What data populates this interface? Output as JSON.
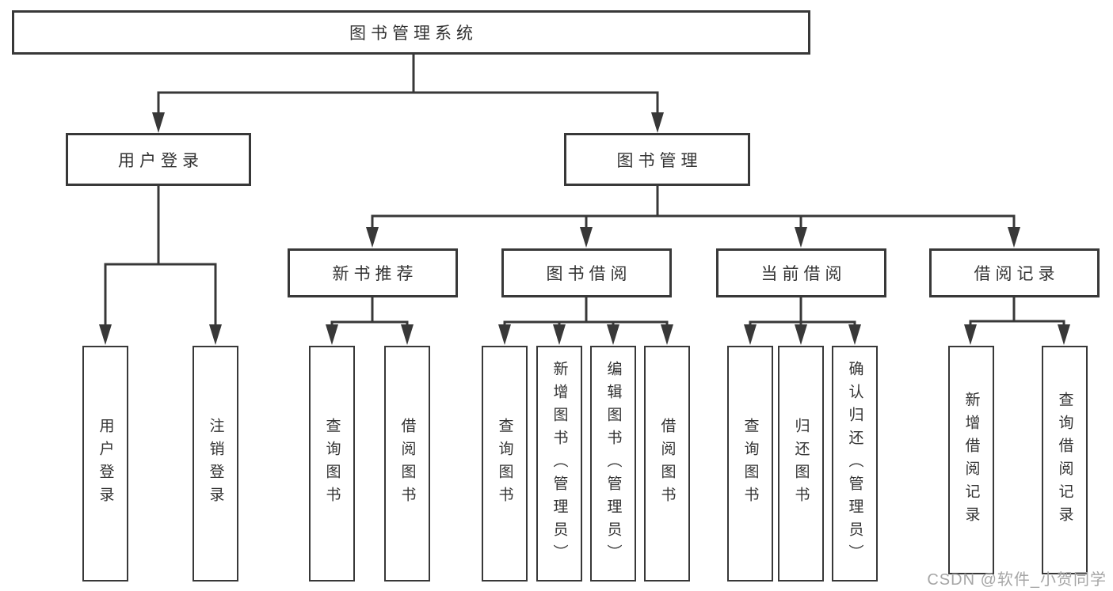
{
  "diagram": {
    "root": {
      "label": "图书管理系统"
    },
    "level2": [
      {
        "label": "用户登录"
      },
      {
        "label": "图书管理"
      }
    ],
    "level3": [
      {
        "label": "新书推荐"
      },
      {
        "label": "图书借阅"
      },
      {
        "label": "当前借阅"
      },
      {
        "label": "借阅记录"
      }
    ],
    "leaves": {
      "user_login": [
        {
          "label": "用户登录"
        },
        {
          "label": "注销登录"
        }
      ],
      "new_book": [
        {
          "label": "查询图书"
        },
        {
          "label": "借阅图书"
        }
      ],
      "book_borrow": [
        {
          "label": "查询图书"
        },
        {
          "label": "新增图书（管理员）"
        },
        {
          "label": "编辑图书（管理员）"
        },
        {
          "label": "借阅图书"
        }
      ],
      "current_borrow": [
        {
          "label": "查询图书"
        },
        {
          "label": "归还图书"
        },
        {
          "label": "确认归还（管理员）"
        }
      ],
      "borrow_record": [
        {
          "label": "新增借阅记录"
        },
        {
          "label": "查询借阅记录"
        }
      ]
    },
    "watermark": "CSDN @软件_小贺同学",
    "colors": {
      "line": "#383838",
      "text": "#333333",
      "watermark": "#a6a6a6",
      "background": "#ffffff"
    }
  }
}
